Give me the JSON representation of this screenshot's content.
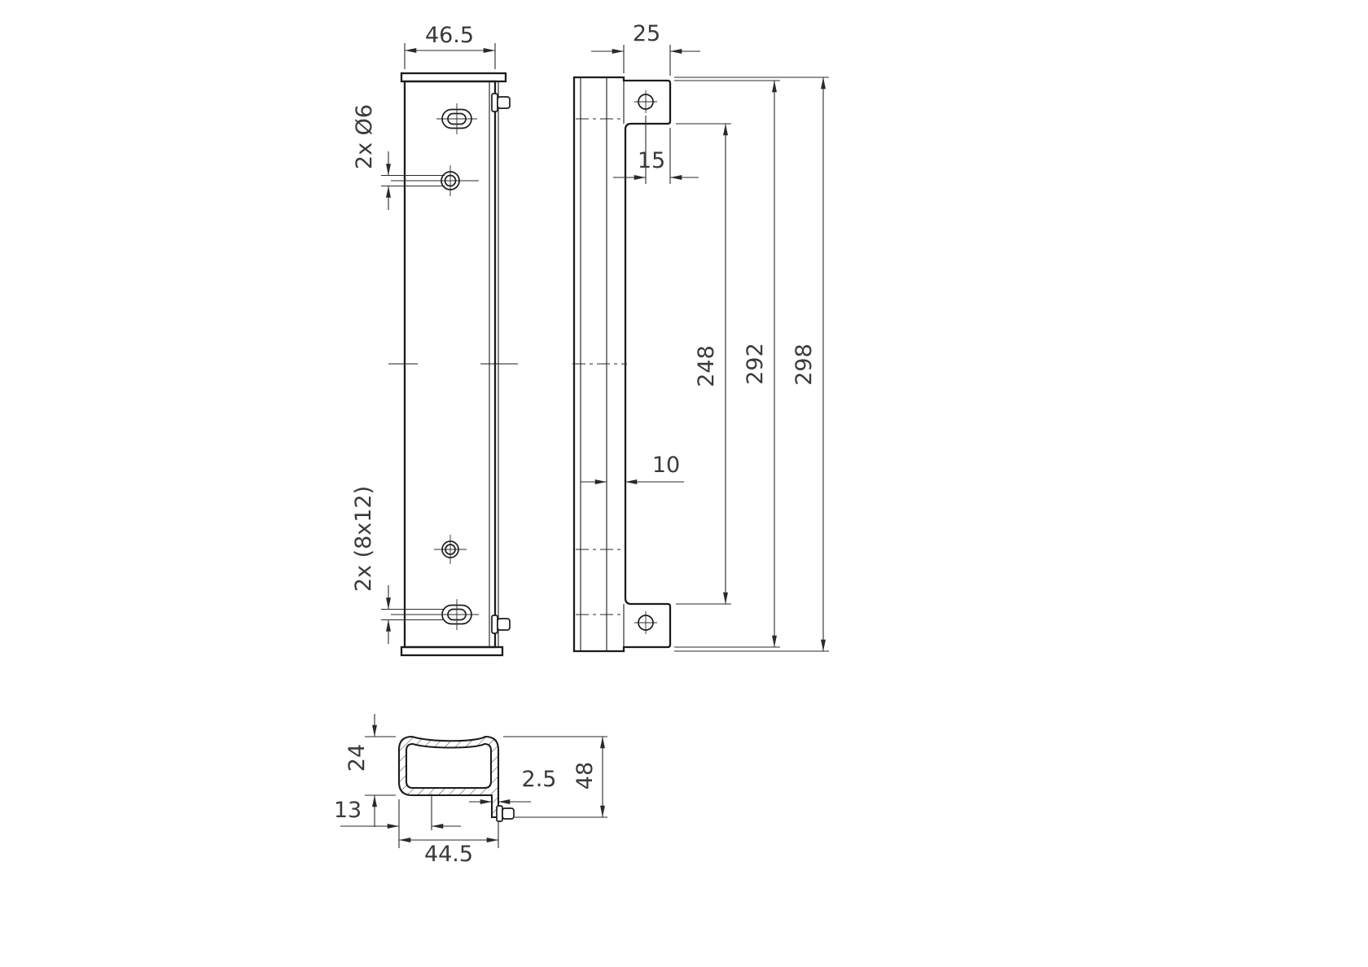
{
  "colors": {
    "background": "#ffffff",
    "outline": "#1c1c1c",
    "dimension_lines": "#2a2a2a",
    "dimension_text": "#3a3a3a"
  },
  "dims": {
    "front_width": "46.5",
    "front_holes": "2x Ø6",
    "front_slots": "2x (8x12)",
    "side_flange_width": "25",
    "side_hole_offset": "15",
    "side_web": "10",
    "side_inner_length": "248",
    "side_body_length": "292",
    "side_total_length": "298",
    "sec_inner_height": "24",
    "sec_offset": "13",
    "sec_thickness": "2.5",
    "sec_total_height": "48",
    "sec_width": "44.5"
  }
}
